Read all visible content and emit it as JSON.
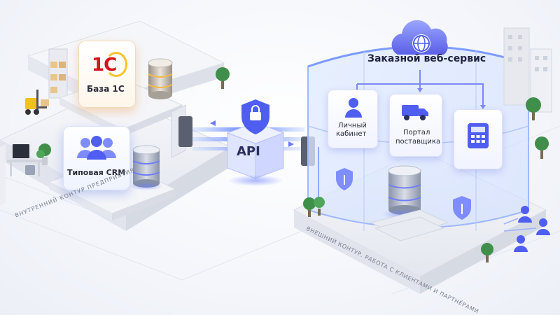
{
  "internal": {
    "db1c_label": "База 1С",
    "crm_label": "Типовая CRM",
    "zone_label": "ВНУТРЕННИЙ КОНТУР ПРЕДПРИЯТИЯ"
  },
  "gateway": {
    "label": "API"
  },
  "external": {
    "title": "Заказной веб-сервис",
    "cards": [
      {
        "label_line1": "Личный",
        "label_line2": "кабинет",
        "icon": "user-icon"
      },
      {
        "label_line1": "Портал",
        "label_line2": "поставщика",
        "icon": "truck-icon"
      },
      {
        "label_line1": "",
        "label_line2": "",
        "icon": "calculator-icon"
      }
    ],
    "zone_label": "ВНЕШНИЙ КОНТУР. РАБОТА С КЛИЕНТАМИ И ПАРТНЁРАМИ"
  },
  "colors": {
    "accent": "#5b5fe6",
    "glass": "#cfe0ff",
    "brand_1c": "#d4131b",
    "platform": "#eef0f5"
  }
}
